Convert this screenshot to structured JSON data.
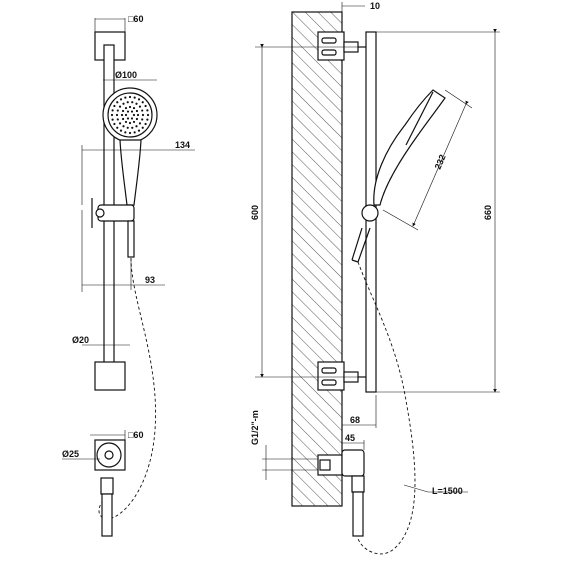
{
  "dimensions": {
    "square_60_top": "□60",
    "dia_100": "Ø100",
    "len_134": "134",
    "len_93": "93",
    "dia_20": "Ø20",
    "square_60_bottom": "□60",
    "dia_25": "Ø25",
    "len_10": "10",
    "len_232": "232",
    "len_600": "600",
    "len_660": "660",
    "len_68": "68",
    "len_45": "45",
    "thread": "G1/2\"-m",
    "hose_length": "L=1500"
  },
  "colors": {
    "line": "#111111",
    "background": "#ffffff"
  }
}
